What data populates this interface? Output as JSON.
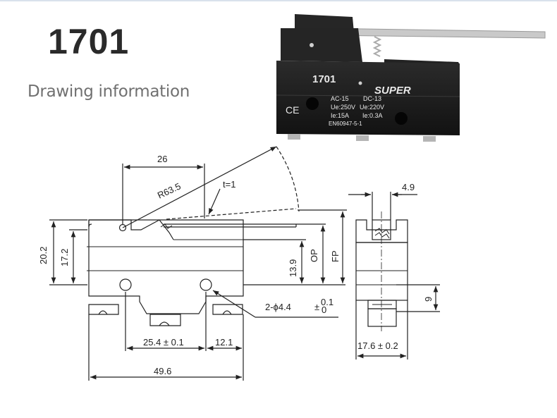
{
  "header": {
    "model": "1701",
    "subtitle": "Drawing information"
  },
  "product_photo": {
    "model_marking": "1701",
    "brand": "SUPER",
    "ratings_left": [
      "AC-15",
      "Ue:250V",
      "Ie:15A"
    ],
    "ratings_right": [
      "DC-13",
      "Ue:220V",
      "Ie:0.3A"
    ],
    "standard": "EN60947-5-1",
    "ce_mark": "CE",
    "body_color": "#1c1c1c",
    "lever_color": "#c7c7c7"
  },
  "front_view": {
    "radius": "R63.5",
    "lever_offset": "26",
    "lever_thickness": "t=1",
    "height_overall": "20.2",
    "height_body": "17.2",
    "height_mount": "13.9",
    "op_label": "OP",
    "fp_label": "FP",
    "hole_spec": "2-ϕ4.4",
    "hole_tol_upper": "0.1",
    "hole_tol_lower": "0",
    "hole_spacing": "25.4 ± 0.1",
    "edge_offset": "12.1",
    "total_length": "49.6"
  },
  "side_view": {
    "plunger_width": "4.9",
    "terminal_height": "9",
    "width": "17.6 ± 0.2"
  }
}
